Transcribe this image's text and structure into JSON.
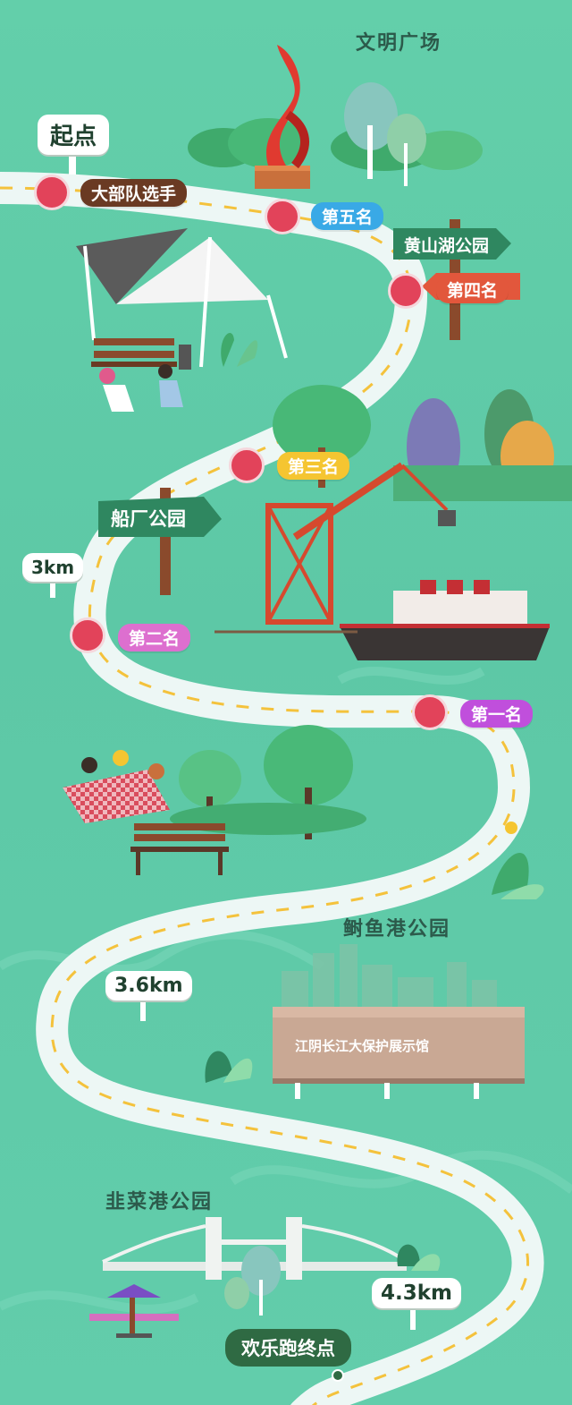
{
  "colors": {
    "background": "#5fcca8",
    "road": "#edf7f5",
    "road_dash": "#f4c23c",
    "checkpoint": "#e2435a",
    "pill_dabudui": "#6a3a23",
    "pill_fifth": "#39a9e6",
    "pill_fourth": "#e2573c",
    "pill_third": "#f5c531",
    "pill_second": "#dd6fcf",
    "pill_first": "#c04fdc",
    "finish_badge": "#2f6a43"
  },
  "start": {
    "label": "起点"
  },
  "pois": {
    "wenming": "文明广场",
    "huangshanhu": "黄山湖公园",
    "chuanchang": "船厂公园",
    "biyugang": "鲥鱼港公园",
    "jiucaigang": "韭菜港公园"
  },
  "exhibition": {
    "label": "江阴长江大保护展示馆"
  },
  "markers": {
    "dabudui": "大部队选手",
    "fifth": "第五名",
    "fourth": "第四名",
    "third": "第三名",
    "second": "第二名",
    "first": "第一名"
  },
  "distances": {
    "d3": "3km",
    "d36": "3.6km",
    "d43": "4.3km"
  },
  "finish": {
    "label": "欢乐跑终点"
  },
  "icons": [
    "sculpture-icon",
    "tree-icon",
    "tent-icon",
    "bench-icon",
    "runners-icon",
    "crane-icon",
    "ship-icon",
    "picnic-icon",
    "bridge-icon",
    "carousel-icon",
    "signpost-icon"
  ]
}
